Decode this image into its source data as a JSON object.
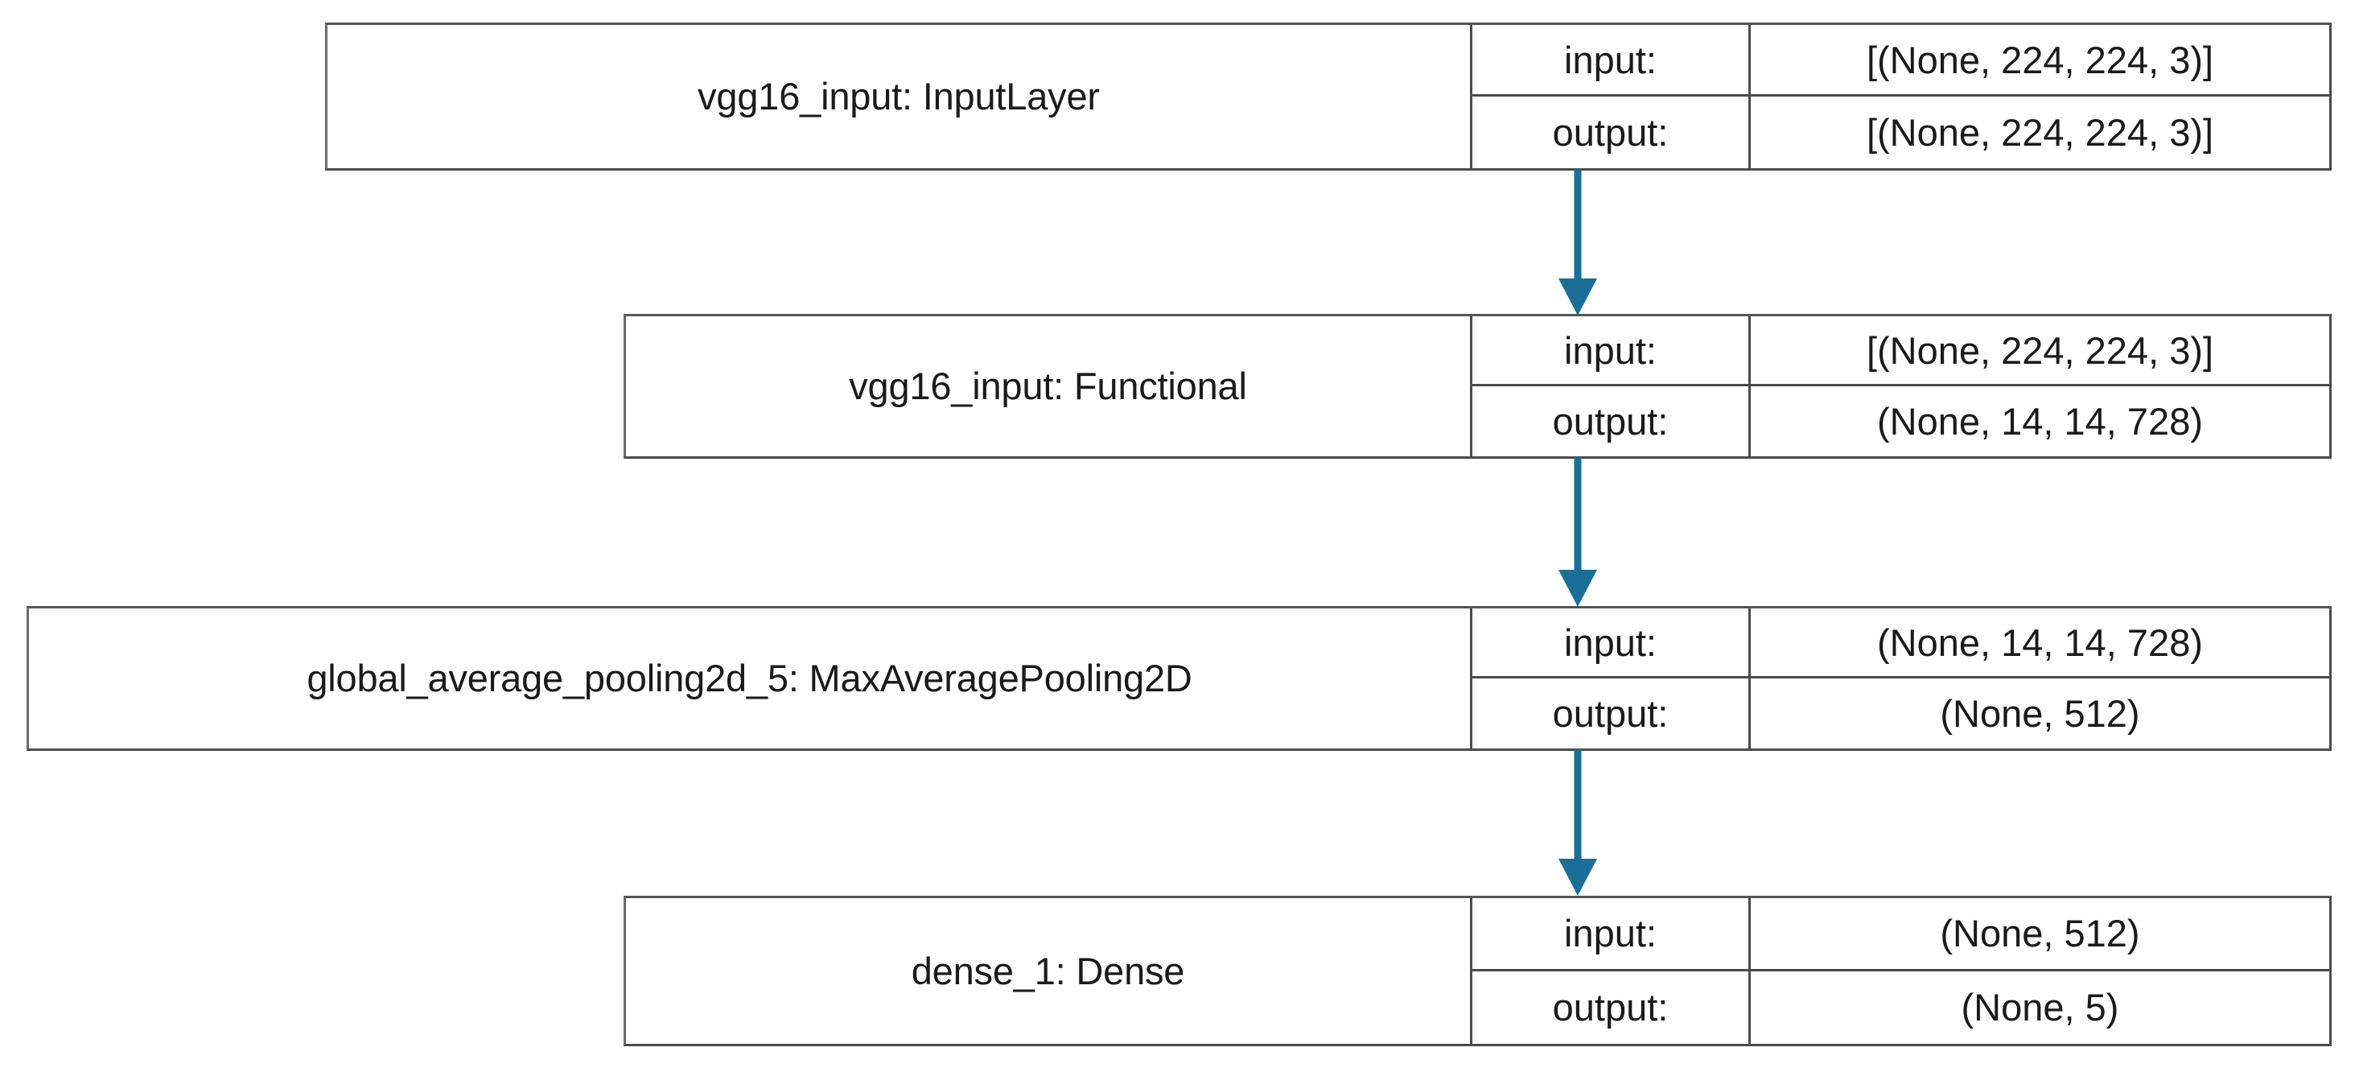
{
  "diagram": {
    "title": "Keras model architecture plot",
    "io_labels": {
      "input": "input:",
      "output": "output:"
    },
    "edge_color": "#1b6e98",
    "border_color": "#4a4a4a",
    "background": "#ffffff",
    "nodes": [
      {
        "id": "vgg16_input_inputlayer",
        "label": "vgg16_input: InputLayer",
        "input_label": "input:",
        "output_label": "output:",
        "input_shape": "[(None, 224, 224, 3)]",
        "output_shape": "[(None, 224, 224, 3)]"
      },
      {
        "id": "vgg16_input_functional",
        "label": "vgg16_input: Functional",
        "input_label": "input:",
        "output_label": "output:",
        "input_shape": "[(None, 224, 224, 3)]",
        "output_shape": "(None, 14, 14, 728)"
      },
      {
        "id": "global_average_pooling2d_5",
        "label": "global_average_pooling2d_5: MaxAveragePooling2D",
        "input_label": "input:",
        "output_label": "output:",
        "input_shape": "(None, 14, 14, 728)",
        "output_shape": "(None, 512)"
      },
      {
        "id": "dense_1",
        "label": "dense_1: Dense",
        "input_label": "input:",
        "output_label": "output:",
        "input_shape": "(None, 512)",
        "output_shape": "(None, 5)"
      }
    ],
    "edges": [
      {
        "from": "vgg16_input_inputlayer",
        "to": "vgg16_input_functional"
      },
      {
        "from": "vgg16_input_functional",
        "to": "global_average_pooling2d_5"
      },
      {
        "from": "global_average_pooling2d_5",
        "to": "dense_1"
      }
    ]
  }
}
